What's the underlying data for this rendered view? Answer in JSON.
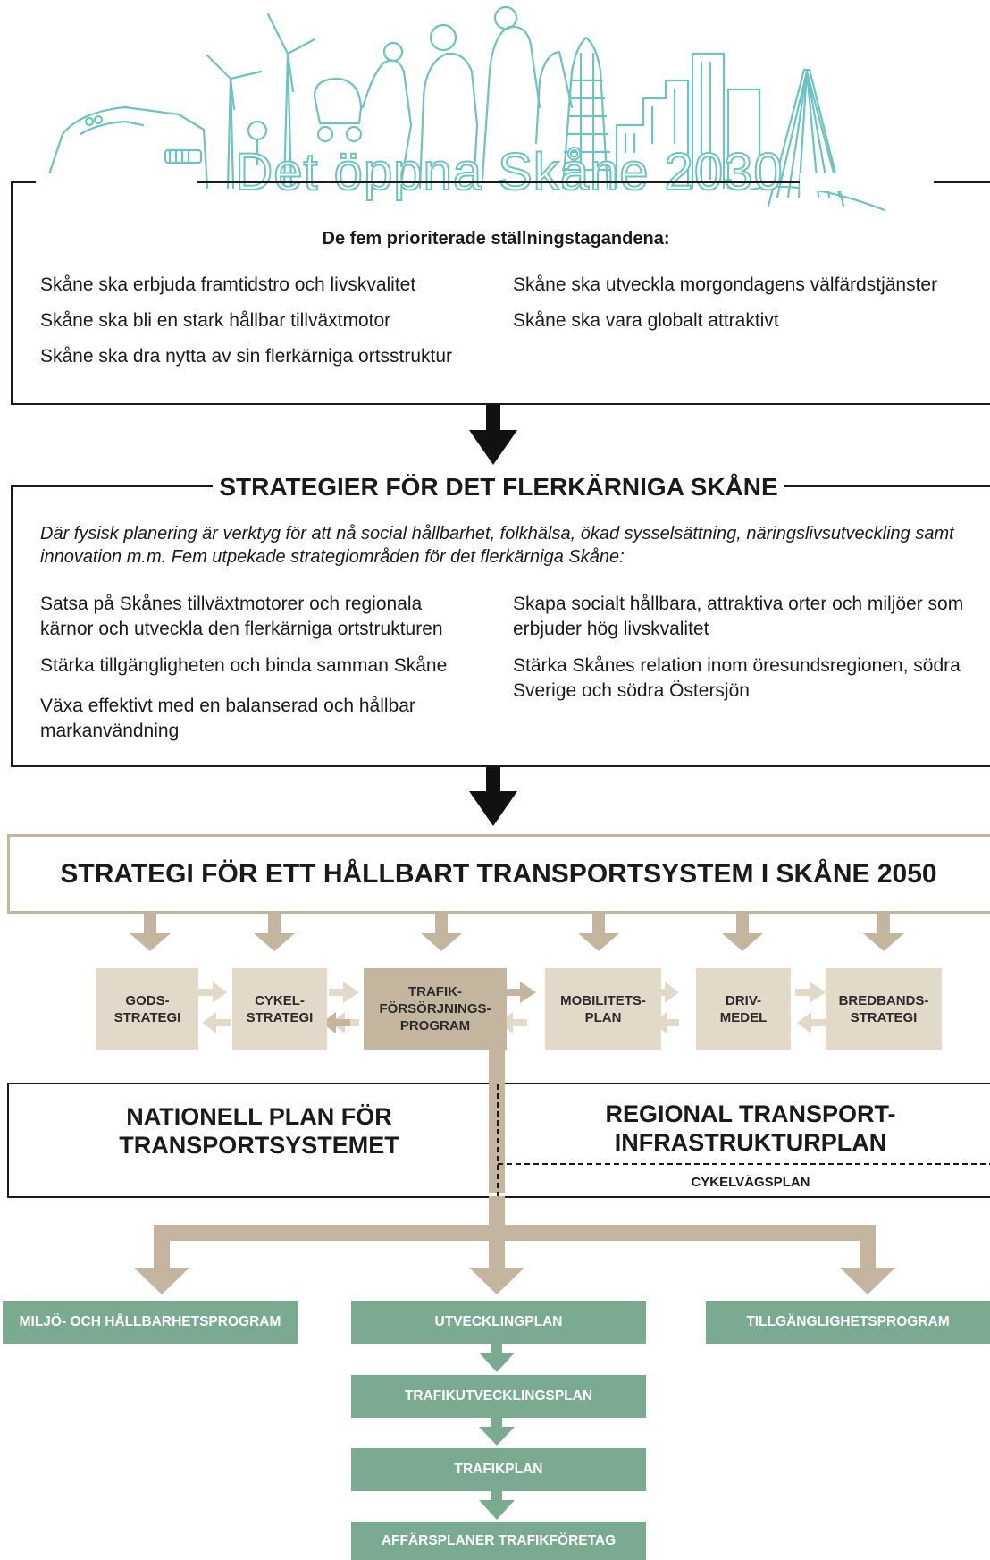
{
  "banner": {
    "title": "Det öppna Skåne 2030"
  },
  "priorities": {
    "heading": "De fem prioriterade ställningstagandena:",
    "left": [
      "Skåne ska erbjuda framtidstro och livskvalitet",
      "Skåne ska bli en stark hållbar tillväxtmotor",
      "Skåne ska dra nytta av sin flerkärniga ortsstruktur"
    ],
    "right": [
      "Skåne ska utveckla morgondagens välfärdstjänster",
      "Skåne ska vara globalt attraktivt"
    ]
  },
  "strategies": {
    "heading": "STRATEGIER FÖR DET FLERKÄRNIGA SKÅNE",
    "intro": "Där fysisk planering är verktyg för att nå social hållbarhet, folkhälsa, ökad sysselsättning, näringslivsutveckling samt innovation m.m.  Fem utpekade strategiområden för det flerkärniga Skåne:",
    "left": [
      "Satsa på Skånes tillväxtmotorer och regionala kärnor och utveckla den flerkärniga ortstrukturen",
      "Stärka tillgängligheten och binda samman Skåne",
      "Växa effektivt med en balanserad och hållbar markanvändning"
    ],
    "right": [
      "Skapa socialt hållbara, attraktiva orter och miljöer som erbjuder hög livskvalitet",
      "Stärka Skånes relation inom öresundsregionen, södra Sverige och södra Östersjön"
    ]
  },
  "transport": {
    "heading": "STRATEGI FÖR ETT HÅLLBART TRANSPORTSYSTEM I SKÅNE 2050",
    "programs": [
      {
        "line1": "GODS-",
        "line2": "STRATEGI",
        "line3": ""
      },
      {
        "line1": "CYKEL-",
        "line2": "STRATEGI",
        "line3": ""
      },
      {
        "line1": "TRAFIK-",
        "line2": "FÖRSÖRJNINGS-",
        "line3": "PROGRAM"
      },
      {
        "line1": "MOBILITETS-",
        "line2": "PLAN",
        "line3": ""
      },
      {
        "line1": "DRIV-",
        "line2": "MEDEL",
        "line3": ""
      },
      {
        "line1": "BREDBANDS-",
        "line2": "STRATEGI",
        "line3": ""
      }
    ],
    "national_plan": {
      "line1": "NATIONELL PLAN FÖR",
      "line2": "TRANSPORTSYSTEMET"
    },
    "regional_plan": {
      "line1": "REGIONAL TRANSPORT-",
      "line2": "INFRASTRUKTURPLAN"
    },
    "cycle_plan": "CYKELVÄGSPLAN"
  },
  "outputs": {
    "environment": "MILJÖ- OCH HÅLLBARHETSPROGRAM",
    "accessibility": "TILLGÄNGLIGHETSPROGRAM",
    "chain": [
      "UTVECKLINGPLAN",
      "TRAFIKUTVECKLINGSPLAN",
      "TRAFIKPLAN",
      "AFFÄRSPLANER TRAFIKFÖRETAG"
    ]
  },
  "colors": {
    "banner_line": "#6cc3c0",
    "tan": "#c4b69e",
    "light_tan": "#e2d9c8",
    "green": "#7aab91"
  }
}
